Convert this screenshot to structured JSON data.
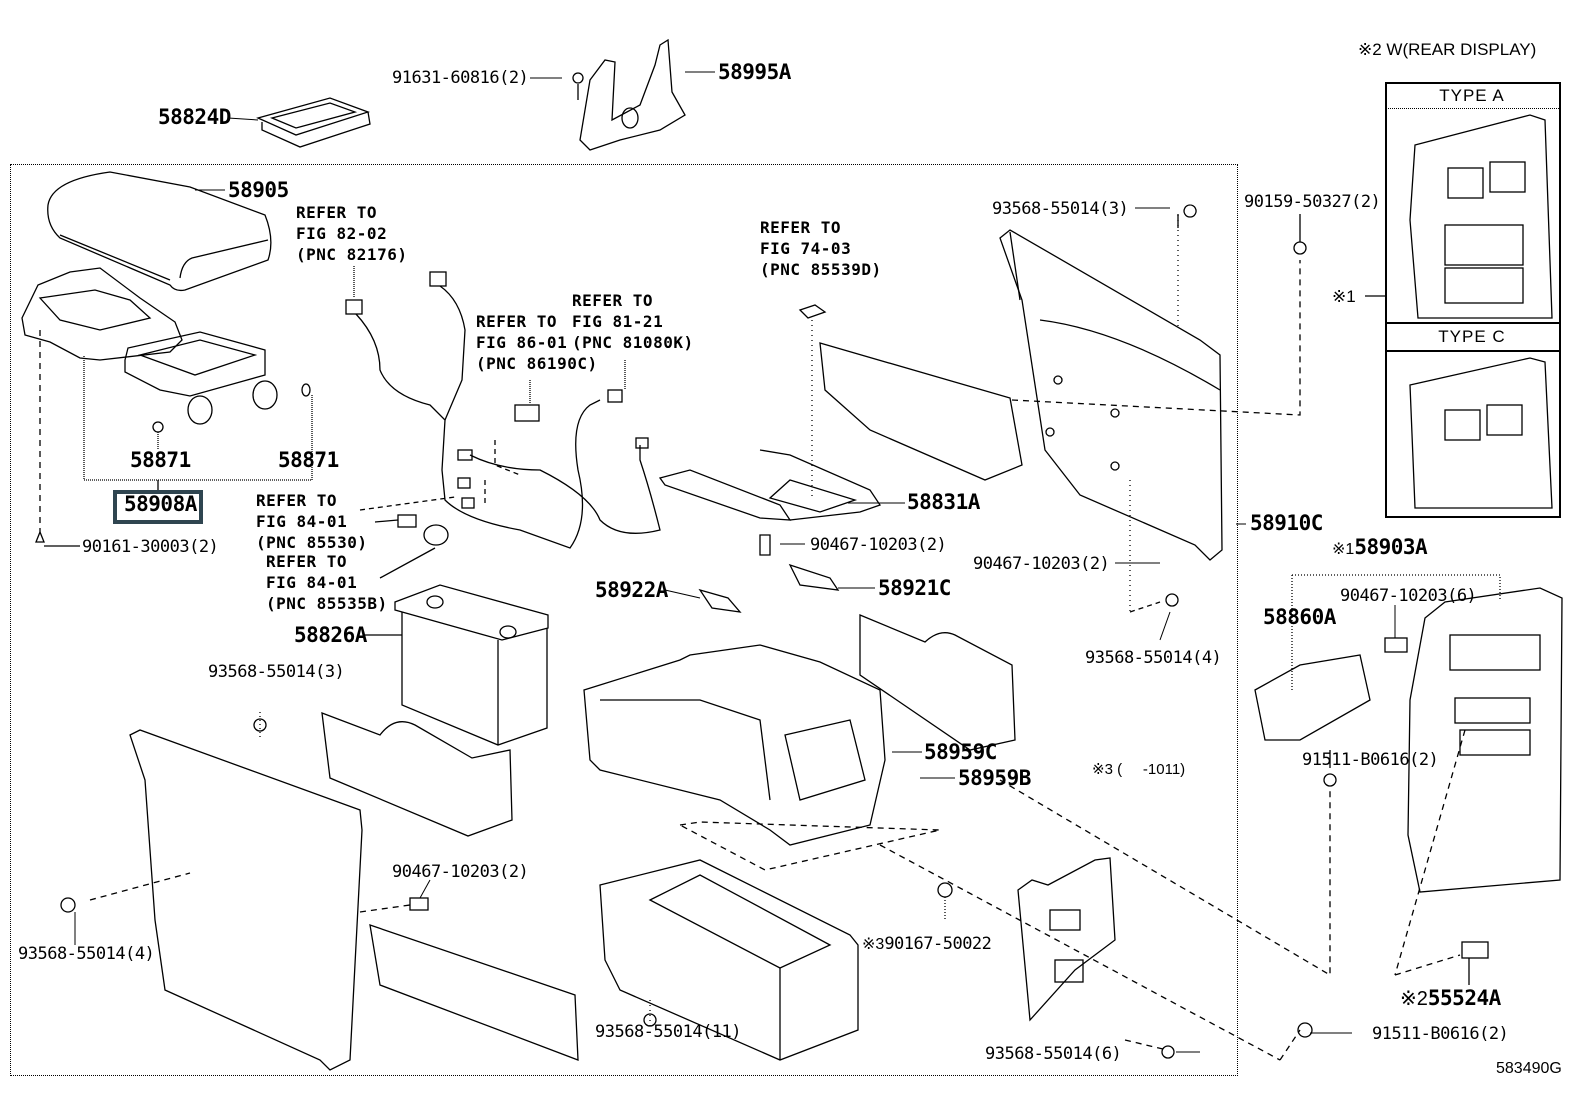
{
  "diagram": {
    "figure_id": "583490G",
    "note_header": "※2 W(REAR DISPLAY)",
    "note_3": "※3 (     -1011)",
    "inset": {
      "type_a_label": "TYPE  A",
      "type_c_label": "TYPE  C",
      "marker": "※1"
    },
    "highlight_color": "#2f4550",
    "parts": {
      "p58824D": "58824D",
      "p91631": "91631-60816(2)",
      "p58995A": "58995A",
      "p58905": "58905",
      "p58871_left": "58871",
      "p58871_right": "58871",
      "p58908A": "58908A",
      "p90161": "90161-30003(2)",
      "p58826A": "58826A",
      "p93568_3_left": "93568-55014(3)",
      "p93568_4_left": "93568-55014(4)",
      "p90467_left": "90467-10203(2)",
      "p58922A": "58922A",
      "p58921C": "58921C",
      "p90467_mid": "90467-10203(2)",
      "p58831A": "58831A",
      "p93568_3_right": "93568-55014(3)",
      "p90467_right": "90467-10203(2)",
      "p93568_4_right": "93568-55014(4)",
      "p58910C": "58910C",
      "p90159": "90159-50327(2)",
      "p58959C": "58959C",
      "p58959B": "58959B",
      "p90167": "90167-50022",
      "p90167_marker": "※3",
      "p93568_11": "93568-55014(11)",
      "p93568_6": "93568-55014(6)",
      "p58903A": "58903A",
      "p58903A_marker": "※1",
      "p90467_6": "90467-10203(6)",
      "p58860A": "58860A",
      "p91511_upper": "91511-B0616(2)",
      "p91511_lower": "91511-B0616(2)",
      "p55524A": "55524A",
      "p55524A_marker": "※2"
    },
    "references": {
      "fig82": [
        "REFER TO",
        "FIG 82-02",
        "(PNC 82176)"
      ],
      "fig86": [
        "REFER TO",
        "FIG 86-01",
        "(PNC 86190C)"
      ],
      "fig81": [
        "REFER TO",
        "FIG 81-21",
        "(PNC 81080K)"
      ],
      "fig74": [
        "REFER TO",
        "FIG 74-03",
        "(PNC 85539D)"
      ],
      "fig84a": [
        "REFER TO",
        "FIG 84-01",
        "(PNC 85530)"
      ],
      "fig84b": [
        "REFER TO",
        "FIG 84-01",
        "(PNC 85535B)"
      ]
    }
  }
}
